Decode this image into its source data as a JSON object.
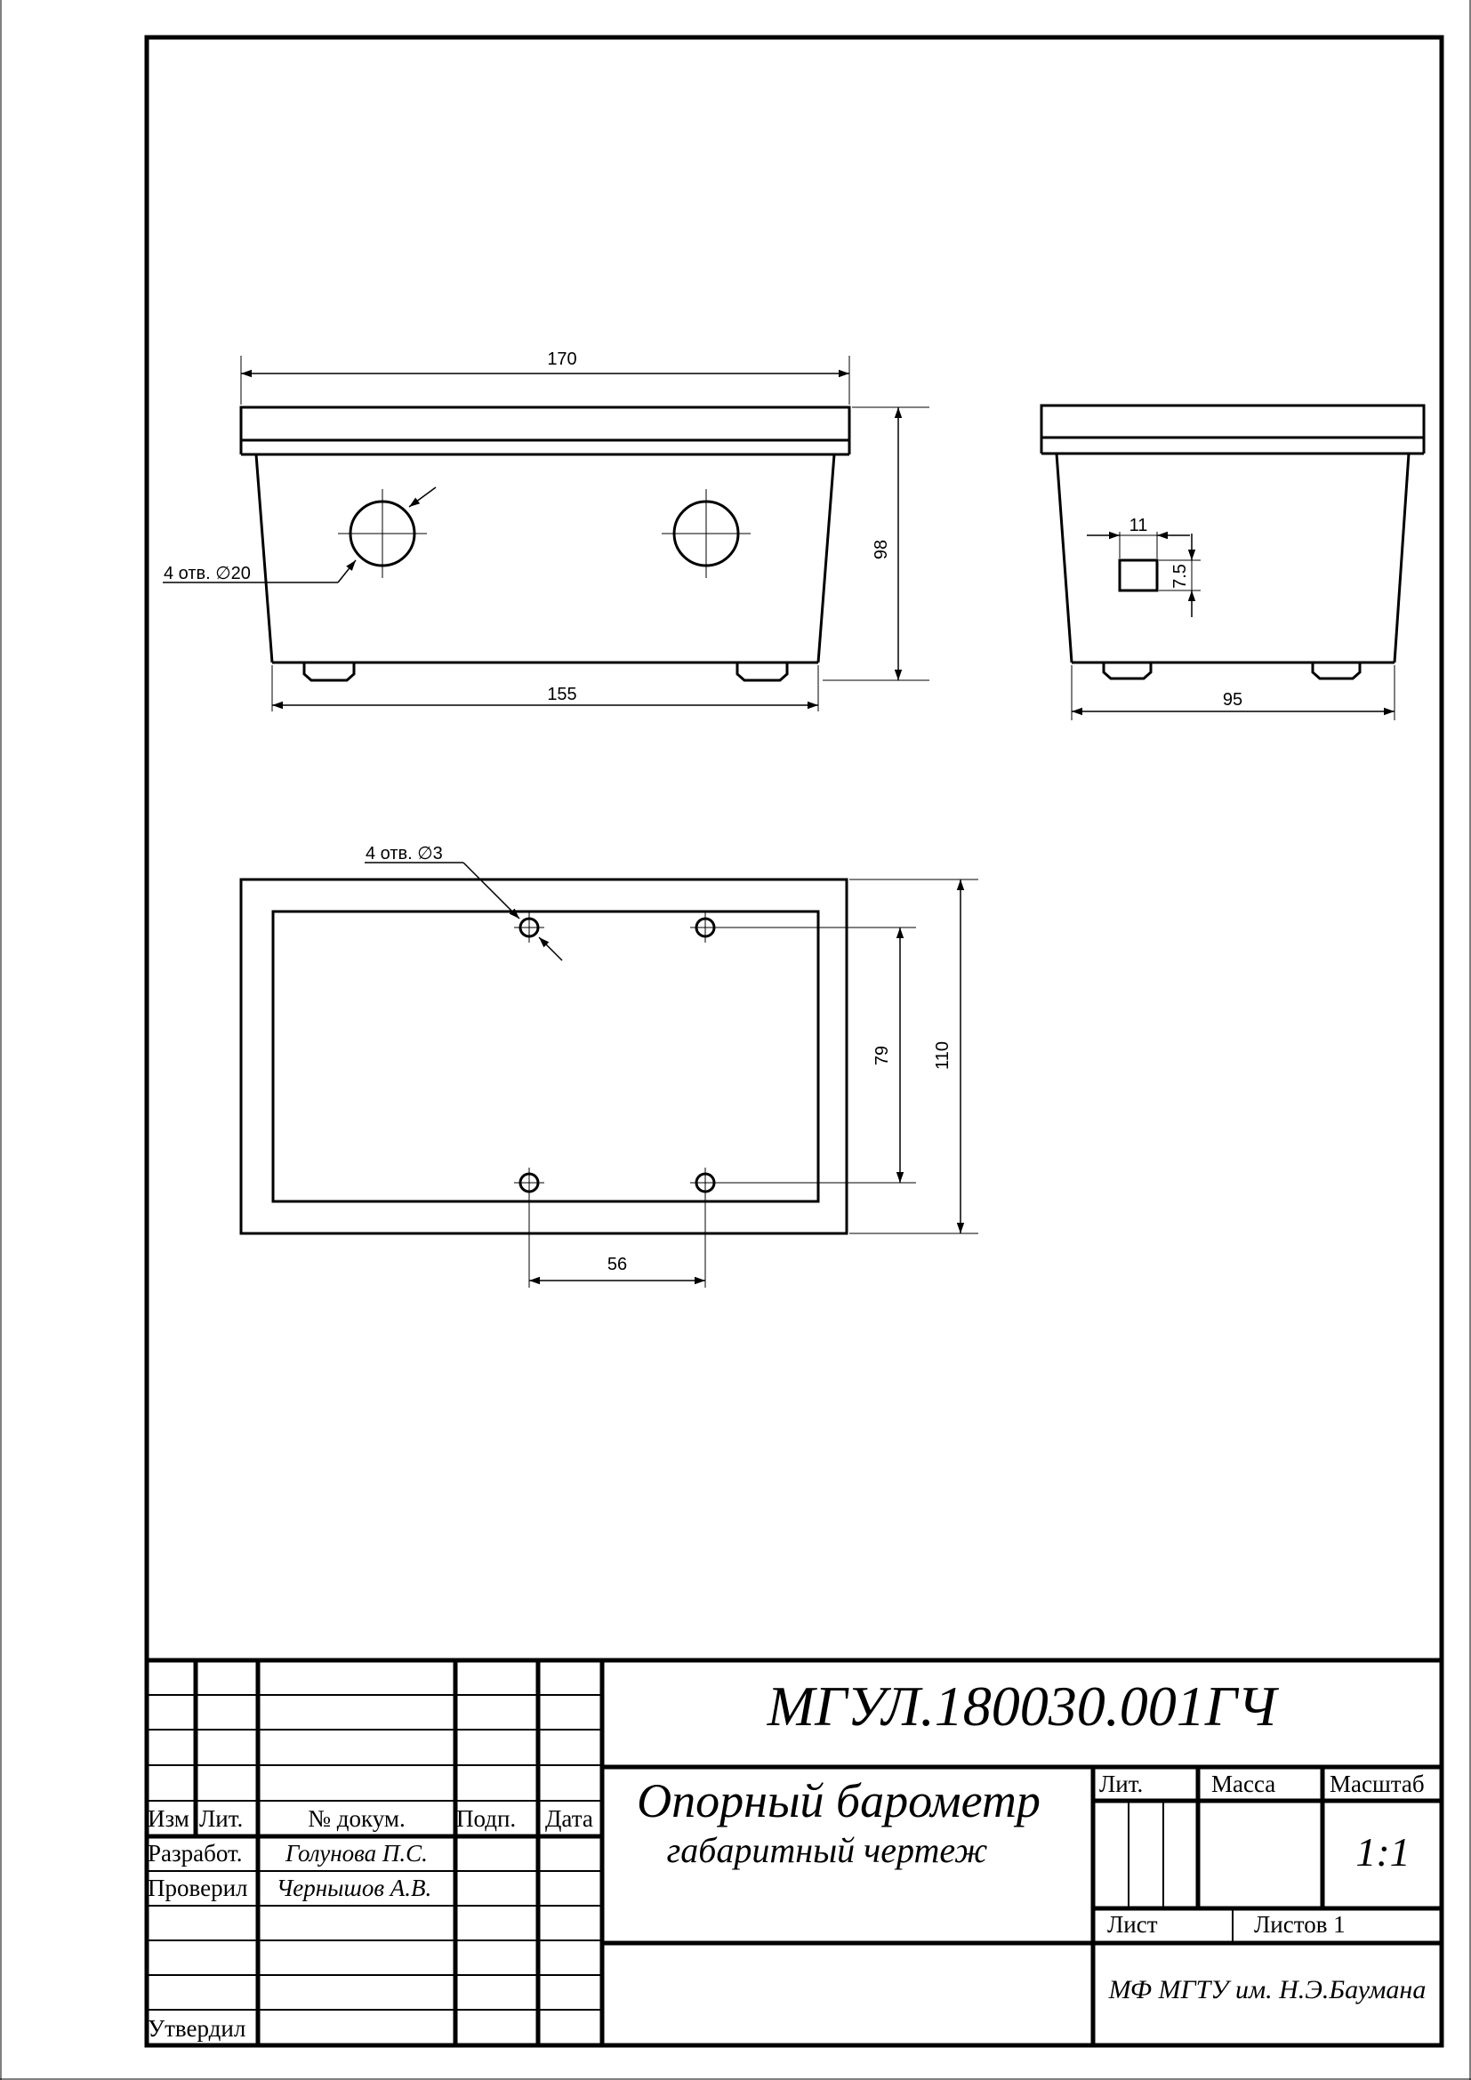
{
  "drawing": {
    "front_view": {
      "width_dim": "170",
      "height_dim": "98",
      "base_dim": "155",
      "hole_note": "4 отв. ∅20"
    },
    "side_view": {
      "width_dim": "95",
      "slot_width_dim": "11",
      "slot_height_dim": "7.5"
    },
    "top_view": {
      "outer_height_dim": "110",
      "hole_spacing_vertical_dim": "79",
      "hole_spacing_horizontal_dim": "56",
      "hole_note": "4 отв. ∅3"
    }
  },
  "title_block": {
    "doc_code": "МГУЛ.180030.001ГЧ",
    "name_line1": "Опорный барометр",
    "name_line2": "габаритный чертеж",
    "headers": {
      "izm": "Изм",
      "lit": "Лит.",
      "doc_no": "№ докум.",
      "sign": "Подп.",
      "date": "Дата"
    },
    "rows": {
      "developed_label": "Разработ.",
      "developed_name": "Голунова П.С.",
      "checked_label": "Проверил",
      "checked_name": "Чернышов А.В.",
      "approved_label": "Утвердил"
    },
    "lit_label": "Лит.",
    "mass_label": "Масса",
    "scale_label": "Масштаб",
    "scale_value": "1:1",
    "sheet_label": "Лист",
    "sheets_label": "Листов 1",
    "organization": "МФ МГТУ им. Н.Э.Баумана"
  }
}
